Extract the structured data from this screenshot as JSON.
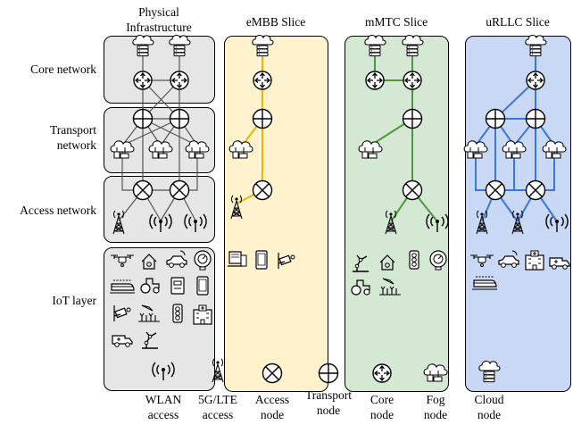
{
  "columns": {
    "physical": [
      "Physical",
      "Infrastructure"
    ],
    "embb": "eMBB Slice",
    "mmtc": "mMTC Slice",
    "urllc": "uRLLC Slice"
  },
  "rows": {
    "core": "Core network",
    "transport": [
      "Transport",
      "network"
    ],
    "access": "Access network",
    "iot": "IoT layer"
  },
  "legend": [
    {
      "icon": "wlan-access-icon",
      "label": [
        "WLAN",
        "access"
      ]
    },
    {
      "icon": "5g-lte-access-icon",
      "label": [
        "5G/LTE",
        "access"
      ]
    },
    {
      "icon": "access-node-icon",
      "label": [
        "Access",
        "node"
      ]
    },
    {
      "icon": "transport-node-icon",
      "label": [
        "Transport",
        "node"
      ]
    },
    {
      "icon": "core-node-icon",
      "label": [
        "Core",
        "node"
      ]
    },
    {
      "icon": "fog-node-icon",
      "label": [
        "Fog",
        "node"
      ]
    },
    {
      "icon": "cloud-node-icon",
      "label": [
        "Cloud",
        "node"
      ]
    }
  ],
  "colors": {
    "physical_box": "#e6e6e6",
    "embb_bg": "#fff2cc",
    "embb_line": "#e6b800",
    "mmtc_bg": "#d5e8d4",
    "mmtc_line": "#4a9a3c",
    "urllc_bg": "#c9d8f5",
    "urllc_line": "#3a78d8",
    "physical_line": "#555555"
  }
}
